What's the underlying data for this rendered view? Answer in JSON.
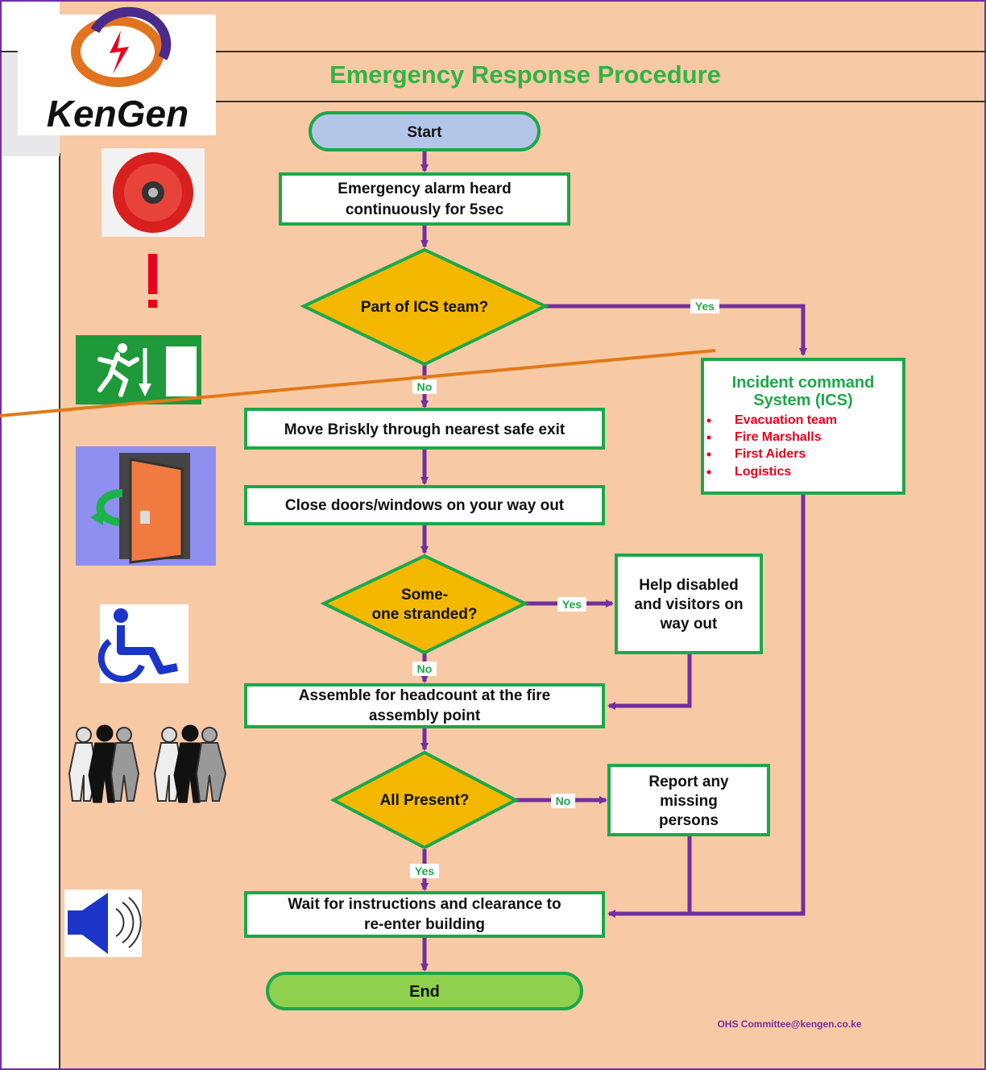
{
  "header": {
    "logo_text": "KenGen",
    "title": "Emergency Response Procedure"
  },
  "flow": {
    "start": "Start",
    "step_alarm": [
      "Emergency alarm heard",
      "continuously for 5sec"
    ],
    "decision_ics": "Part of ICS team?",
    "step_exit": "Move Briskly through nearest safe exit",
    "step_close": "Close doors/windows on your way out",
    "decision_stranded": [
      "Some-",
      "one stranded?"
    ],
    "step_help": [
      "Help disabled",
      "and visitors on",
      "way out"
    ],
    "step_assemble": [
      "Assemble for headcount at the fire",
      "assembly point"
    ],
    "decision_present": "All Present?",
    "step_report": [
      "Report any",
      "missing",
      "persons"
    ],
    "step_wait": [
      "Wait for instructions and clearance to",
      "re-enter building"
    ],
    "end": "End",
    "labels": {
      "yes_ics": "Yes",
      "no_ics": "No",
      "yes_stranded": "Yes",
      "no_stranded": "No",
      "no_present": "No",
      "yes_present": "Yes"
    }
  },
  "ics_box": {
    "title": [
      "Incident command",
      "System (ICS)"
    ],
    "items": [
      "Evacuation team",
      "Fire Marshalls",
      "First Aiders",
      "Logistics"
    ]
  },
  "footer": {
    "email": "OHS Committee@kengen.co.ke"
  },
  "colors": {
    "background": "#f8c9a5",
    "sidebar": "#ffffff",
    "title": "#2fb545",
    "box_border": "#1aa84a",
    "arrow": "#7030a0",
    "decision_fill": "#f4b800",
    "start_fill": "#b4c6e7",
    "end_fill": "#8fd14f",
    "ics_item": "#e8001c",
    "ics_title": "#1aa84a",
    "slash_line": "#e07a18",
    "email": "#7030a0"
  },
  "icons": [
    "alarm-bell-icon",
    "exclamation-icon",
    "emergency-exit-sign-icon",
    "exit-door-icon",
    "wheelchair-icon",
    "people-crowd-icon",
    "speaker-icon"
  ]
}
